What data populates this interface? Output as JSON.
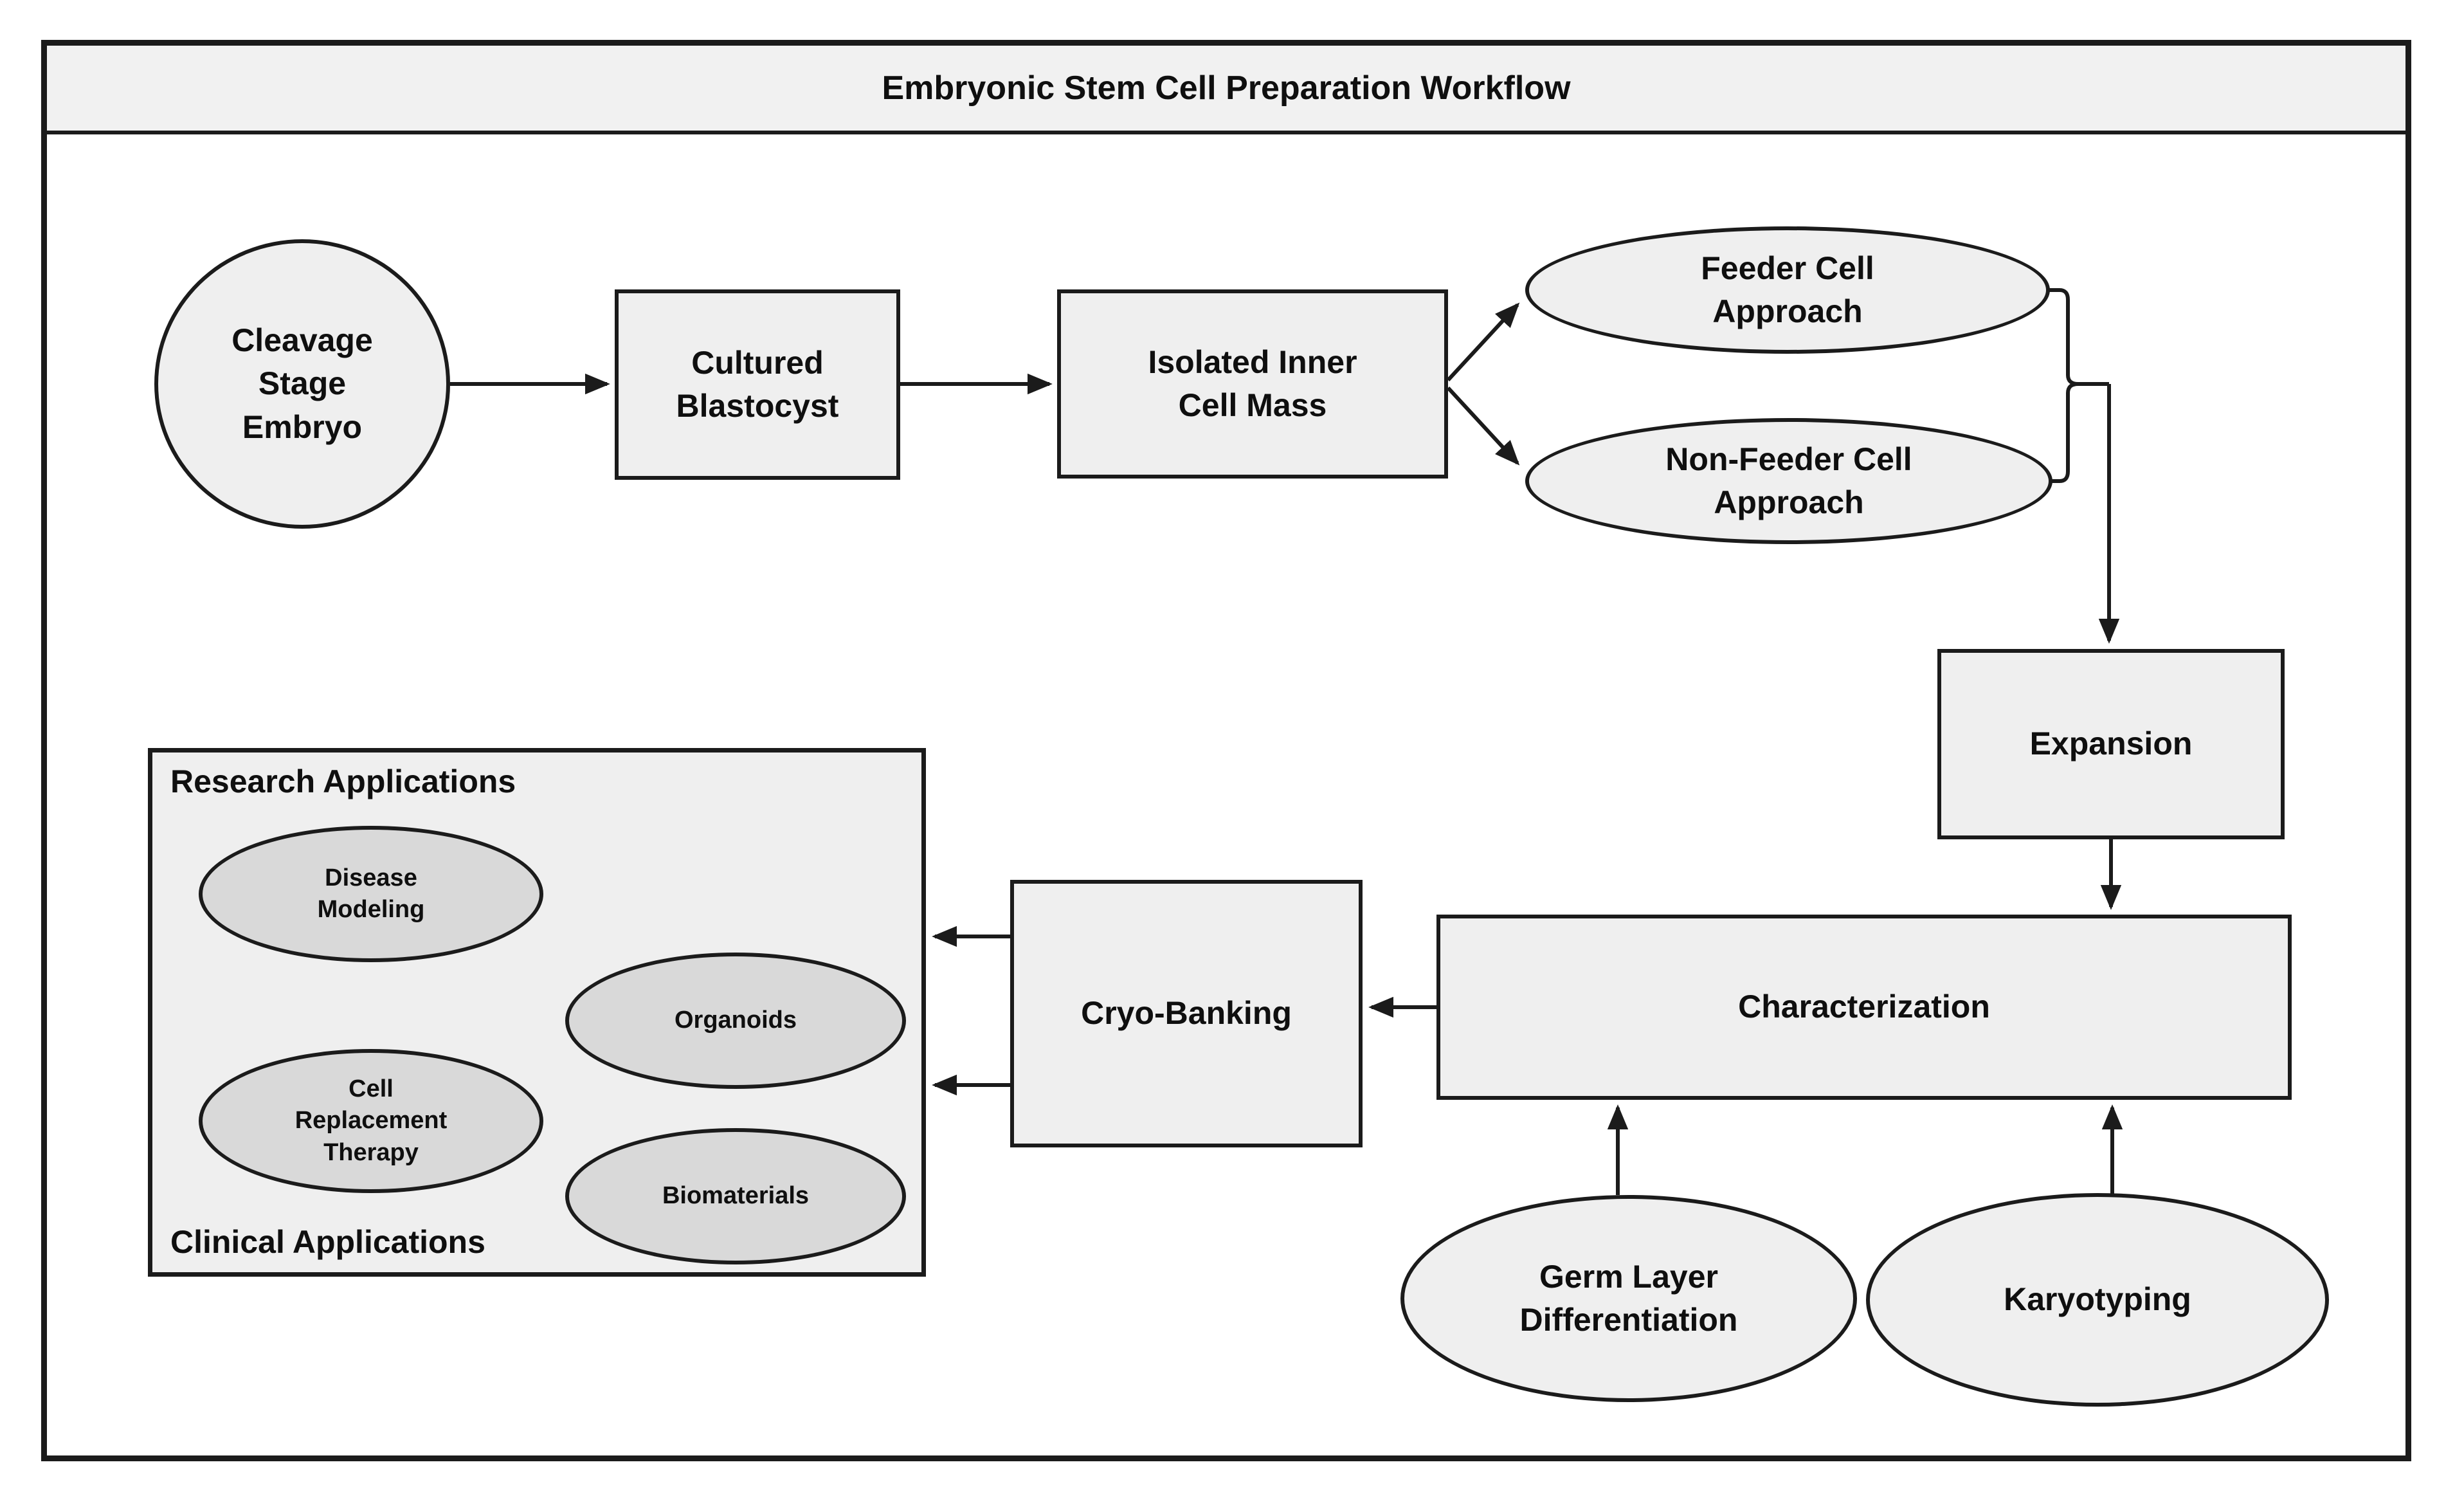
{
  "title": "Embryonic Stem Cell Preparation Workflow",
  "colors": {
    "canvas_bg": "#ffffff",
    "frame_border": "#1b1b1b",
    "title_bar_fill": "#f1f1f1",
    "node_fill": "#efefef",
    "node_border": "#1b1b1b",
    "application_ellipse_fill": "#d9d9d9",
    "text": "#0f0f0f"
  },
  "nodes": {
    "cleavage_stage_embryo": {
      "label": "Cleavage\nStage\nEmbryo",
      "shape": "ellipse"
    },
    "cultured_blastocyst": {
      "label": "Cultured\nBlastocyst",
      "shape": "rect"
    },
    "isolated_inner_cell_mass": {
      "label": "Isolated Inner\nCell Mass",
      "shape": "rect"
    },
    "feeder_cell_approach": {
      "label": "Feeder Cell\nApproach",
      "shape": "ellipse"
    },
    "non_feeder_cell_approach": {
      "label": "Non-Feeder Cell\nApproach",
      "shape": "ellipse"
    },
    "expansion": {
      "label": "Expansion",
      "shape": "rect"
    },
    "characterization": {
      "label": "Characterization",
      "shape": "rect"
    },
    "cryo_banking": {
      "label": "Cryo-Banking",
      "shape": "rect"
    },
    "germ_layer_differentiation": {
      "label": "Germ Layer\nDifferentiation",
      "shape": "ellipse"
    },
    "karyotyping": {
      "label": "Karyotyping",
      "shape": "ellipse"
    }
  },
  "applications_panel": {
    "research_label": "Research Applications",
    "clinical_label": "Clinical Applications",
    "items": [
      {
        "label": "Disease\nModeling"
      },
      {
        "label": "Organoids"
      },
      {
        "label": "Cell\nReplacement\nTherapy"
      },
      {
        "label": "Biomaterials"
      }
    ]
  },
  "edges": [
    {
      "from": "cleavage_stage_embryo",
      "to": "cultured_blastocyst",
      "arrow": true
    },
    {
      "from": "cultured_blastocyst",
      "to": "isolated_inner_cell_mass",
      "arrow": true
    },
    {
      "from": "isolated_inner_cell_mass",
      "to": "feeder_cell_approach",
      "arrow": true
    },
    {
      "from": "isolated_inner_cell_mass",
      "to": "non_feeder_cell_approach",
      "arrow": true
    },
    {
      "from": "feeder_cell_approach",
      "to": "expansion",
      "arrow": true,
      "note": "merged with non-feeder branch via brace"
    },
    {
      "from": "non_feeder_cell_approach",
      "to": "expansion",
      "arrow": true,
      "note": "merged with feeder branch via brace"
    },
    {
      "from": "expansion",
      "to": "characterization",
      "arrow": true
    },
    {
      "from": "characterization",
      "to": "cryo_banking",
      "arrow": true
    },
    {
      "from": "cryo_banking",
      "to": "applications_panel",
      "arrow": true,
      "note": "upper arrow"
    },
    {
      "from": "cryo_banking",
      "to": "applications_panel",
      "arrow": true,
      "note": "lower arrow"
    },
    {
      "from": "germ_layer_differentiation",
      "to": "characterization",
      "arrow": true
    },
    {
      "from": "karyotyping",
      "to": "characterization",
      "arrow": true
    }
  ]
}
